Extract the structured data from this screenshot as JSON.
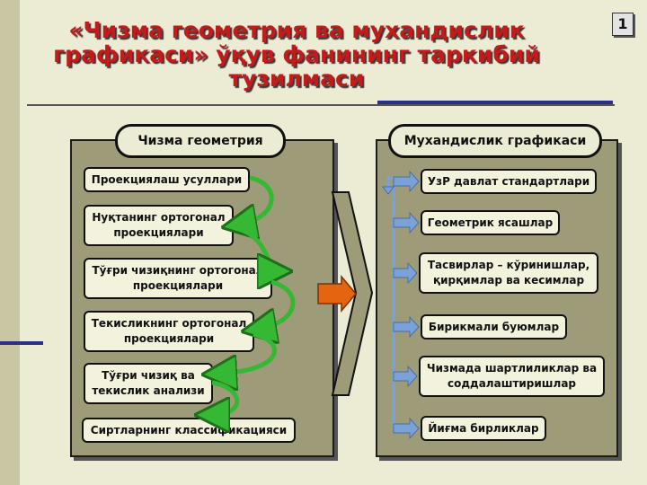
{
  "slide": {
    "number": "1"
  },
  "title": {
    "line1": "«Чизма геометрия ва мухандислик",
    "line2": "графикаси» ўқув фанининг таркибий",
    "line3": "тузилмаси"
  },
  "left_panel": {
    "heading": "Чизма геометрия",
    "items": [
      {
        "label": "Проекциялаш усуллари"
      },
      {
        "label": "Нуқтанинг ортогонал проекциялари"
      },
      {
        "label": "Тўғри чизиқнинг ортогонал проекциялари"
      },
      {
        "label": "Текисликнинг ортогонал проекциялари"
      },
      {
        "label": "Тўғри чизиқ ва текислик анализи"
      },
      {
        "label": "Сиртларнинг классификацияси"
      }
    ]
  },
  "right_panel": {
    "heading": "Мухандислик графикаси",
    "items": [
      {
        "label": "УзР давлат стандартлари"
      },
      {
        "label": "Геометрик ясашлар"
      },
      {
        "label": "Тасвирлар – кўринишлар, қирқимлар ва кесимлар"
      },
      {
        "label": "Бирикмали буюмлар"
      },
      {
        "label": "Чизмада шартлиликлар ва соддалаштиришлар"
      },
      {
        "label": "Йиғма бирликлар"
      }
    ]
  },
  "colors": {
    "title": "#c41a1a",
    "panel": "#9e9b78",
    "box": "#f3f2dc",
    "green_arrow": "#35b833",
    "orange_arrow": "#e4640f",
    "connector_blue": "#7aa2d8"
  }
}
